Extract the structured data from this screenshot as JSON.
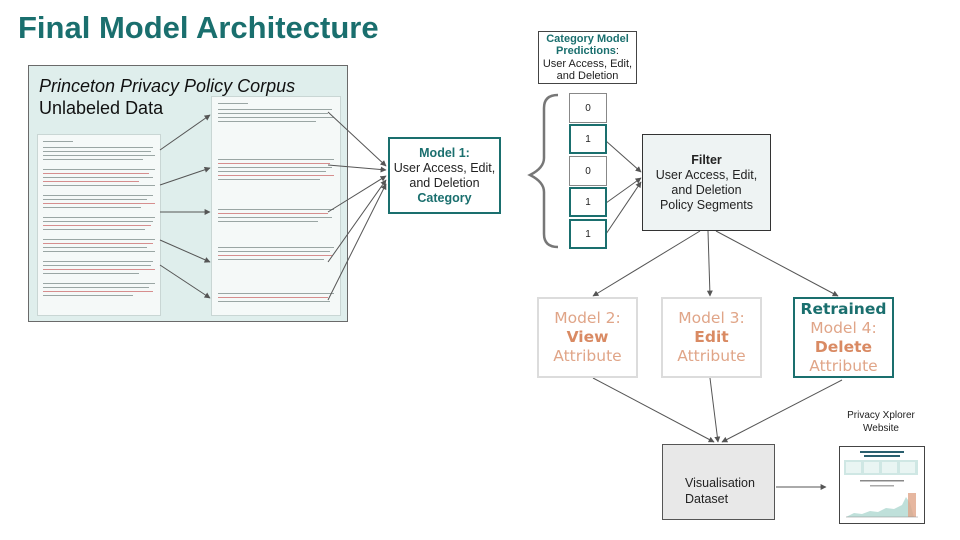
{
  "title": "Final Model Architecture",
  "corpus": {
    "title": "Princeton Privacy Policy Corpus",
    "subtitle": "Unlabeled Data"
  },
  "model1": {
    "line1": "Model 1:",
    "line2": "User Access, Edit,",
    "line3": "and Deletion",
    "line4": "Category"
  },
  "category_predictions": {
    "heading_bold1": "Category Model",
    "heading_bold2": "Predictions",
    "heading_rest": ":",
    "line2": "User Access, Edit,",
    "line3": "and Deletion"
  },
  "prediction_cells": [
    "0",
    "1",
    "0",
    "1",
    "1"
  ],
  "filter": {
    "title": "Filter",
    "line1": "User Access, Edit,",
    "line2": "and Deletion",
    "line3": "Policy Segments"
  },
  "model2": {
    "line1": "Model 2:",
    "line2": "View",
    "line3": "Attribute"
  },
  "model3": {
    "line1": "Model 3:",
    "line2": "Edit",
    "line3": "Attribute"
  },
  "model4": {
    "line0": "Retrained",
    "line1": "Model 4:",
    "line2": "Delete",
    "line3": "Attribute"
  },
  "visualisation": {
    "line1": "Visualisation",
    "line2": "Dataset"
  },
  "website_caption": {
    "line1": "Privacy Xplorer",
    "line2": "Website"
  },
  "colors": {
    "teal": "#1a6f6e",
    "orange": "#d98a63",
    "faded_border": "#dcdcdc"
  }
}
